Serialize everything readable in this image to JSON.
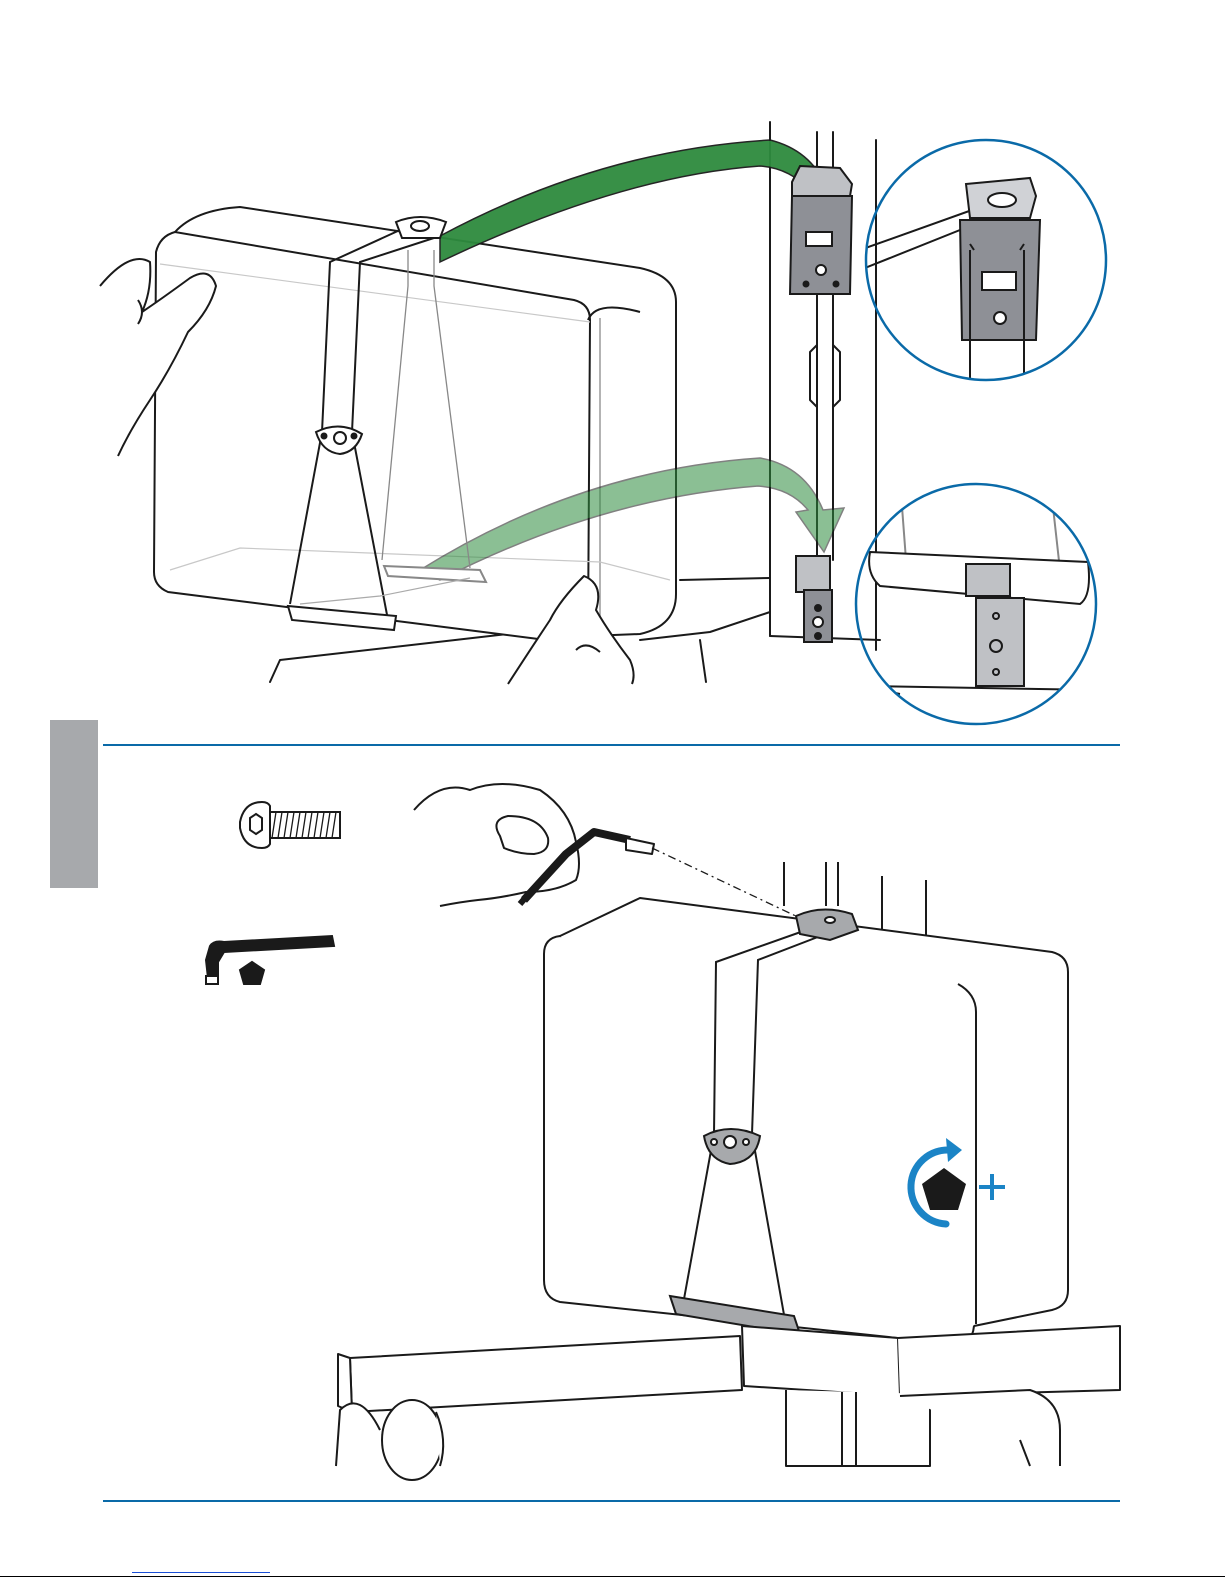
{
  "page": {
    "background": "#ffffff",
    "side_tab_color": "#a7a9ac",
    "divider_color": "#0a6aa8",
    "arrow_color": "#2e8b3e",
    "detail_circle_color": "#0a6aa8"
  },
  "step_one": {
    "illustration": "mount-unit-onto-pole-brackets",
    "details": [
      "upper-bracket-detail",
      "lower-bracket-detail"
    ]
  },
  "step_two": {
    "parts": [
      "button-head-screw-icon",
      "hex-key-icon"
    ],
    "tighten_symbol": "tighten-with-hex-key-icon",
    "tighten_color": "#1b84c6"
  }
}
